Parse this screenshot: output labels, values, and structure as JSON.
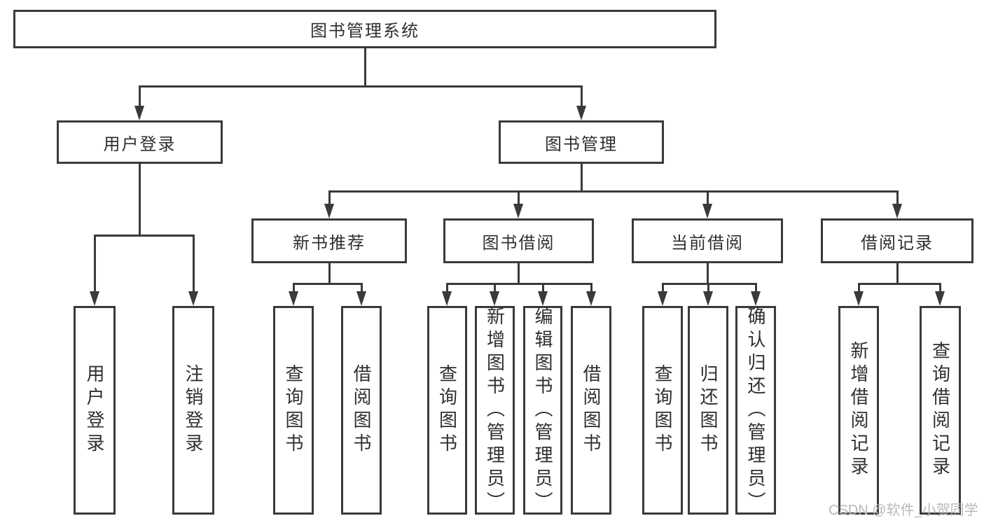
{
  "diagram": {
    "title": "图书管理系统",
    "root": {
      "label": "图书管理系统"
    },
    "level2": [
      {
        "label": "用户登录"
      },
      {
        "label": "图书管理"
      }
    ],
    "level3": [
      {
        "label": "新书推荐"
      },
      {
        "label": "图书借阅"
      },
      {
        "label": "当前借阅"
      },
      {
        "label": "借阅记录"
      }
    ],
    "leaves": {
      "user_login": [
        "用户登录",
        "注销登录"
      ],
      "new_books": [
        "查询图书",
        "借阅图书"
      ],
      "book_borrow": [
        "查询图书",
        "新增图书（管理员）",
        "编辑图书（管理员）",
        "借阅图书"
      ],
      "current_borrow": [
        "查询图书",
        "归还图书",
        "确认归还（管理员）"
      ],
      "borrow_records": [
        "新增借阅记录",
        "查询借阅记录"
      ]
    },
    "watermark": "CSDN @软件_小贺同学",
    "colors": {
      "line": "#3a3a3a",
      "text": "#2f2f2f",
      "background": "#ffffff",
      "watermark": "#b9b9b9"
    }
  }
}
